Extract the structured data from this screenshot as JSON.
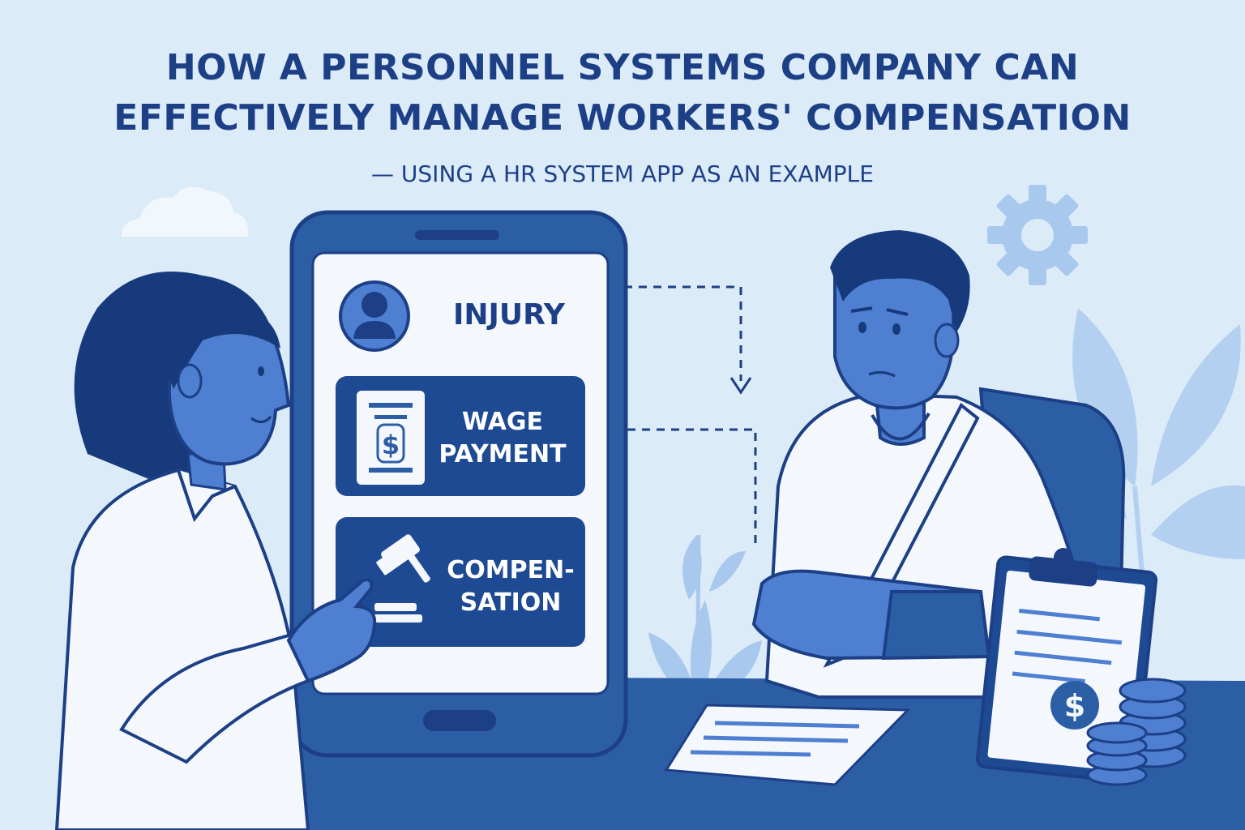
{
  "header": {
    "title_line1": "HOW A PERSONNEL SYSTEMS COMPANY CAN",
    "title_line2": "EFFECTIVELY MANAGE WORKERS' COMPENSATION",
    "subtitle": "— USING A HR SYSTEM APP AS AN EXAMPLE"
  },
  "phone": {
    "injury_label": "INJURY",
    "wage_label_line1": "WAGE",
    "wage_label_line2": "PAYMENT",
    "compensation_label_line1": "COMPEN-",
    "compensation_label_line2": "SATION"
  },
  "colors": {
    "background": "#dcebf8",
    "navy": "#1c3f86",
    "blue": "#2d5fa8",
    "skin": "#4e7fd0",
    "light": "#f4f8fd"
  },
  "icons": [
    "cloud-icon",
    "gear-icon",
    "user-avatar-icon",
    "dollar-document-icon",
    "gavel-icon",
    "clipboard-icon",
    "coin-stack-icon",
    "leaf-icon"
  ]
}
